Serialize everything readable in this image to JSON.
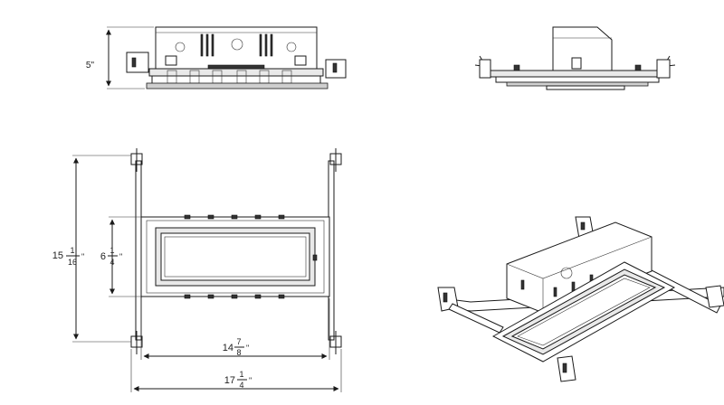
{
  "dimensions": {
    "height": {
      "whole": "5",
      "unit": "\""
    },
    "overall_length": {
      "whole": "15",
      "num": "1",
      "den": "16",
      "unit": "\""
    },
    "aperture_length": {
      "whole": "6",
      "num": "1",
      "den": "4",
      "unit": "\""
    },
    "aperture_width": {
      "whole": "14",
      "num": "7",
      "den": "8",
      "unit": "\""
    },
    "bar_width": {
      "whole": "17",
      "num": "1",
      "den": "4",
      "unit": "\""
    }
  }
}
